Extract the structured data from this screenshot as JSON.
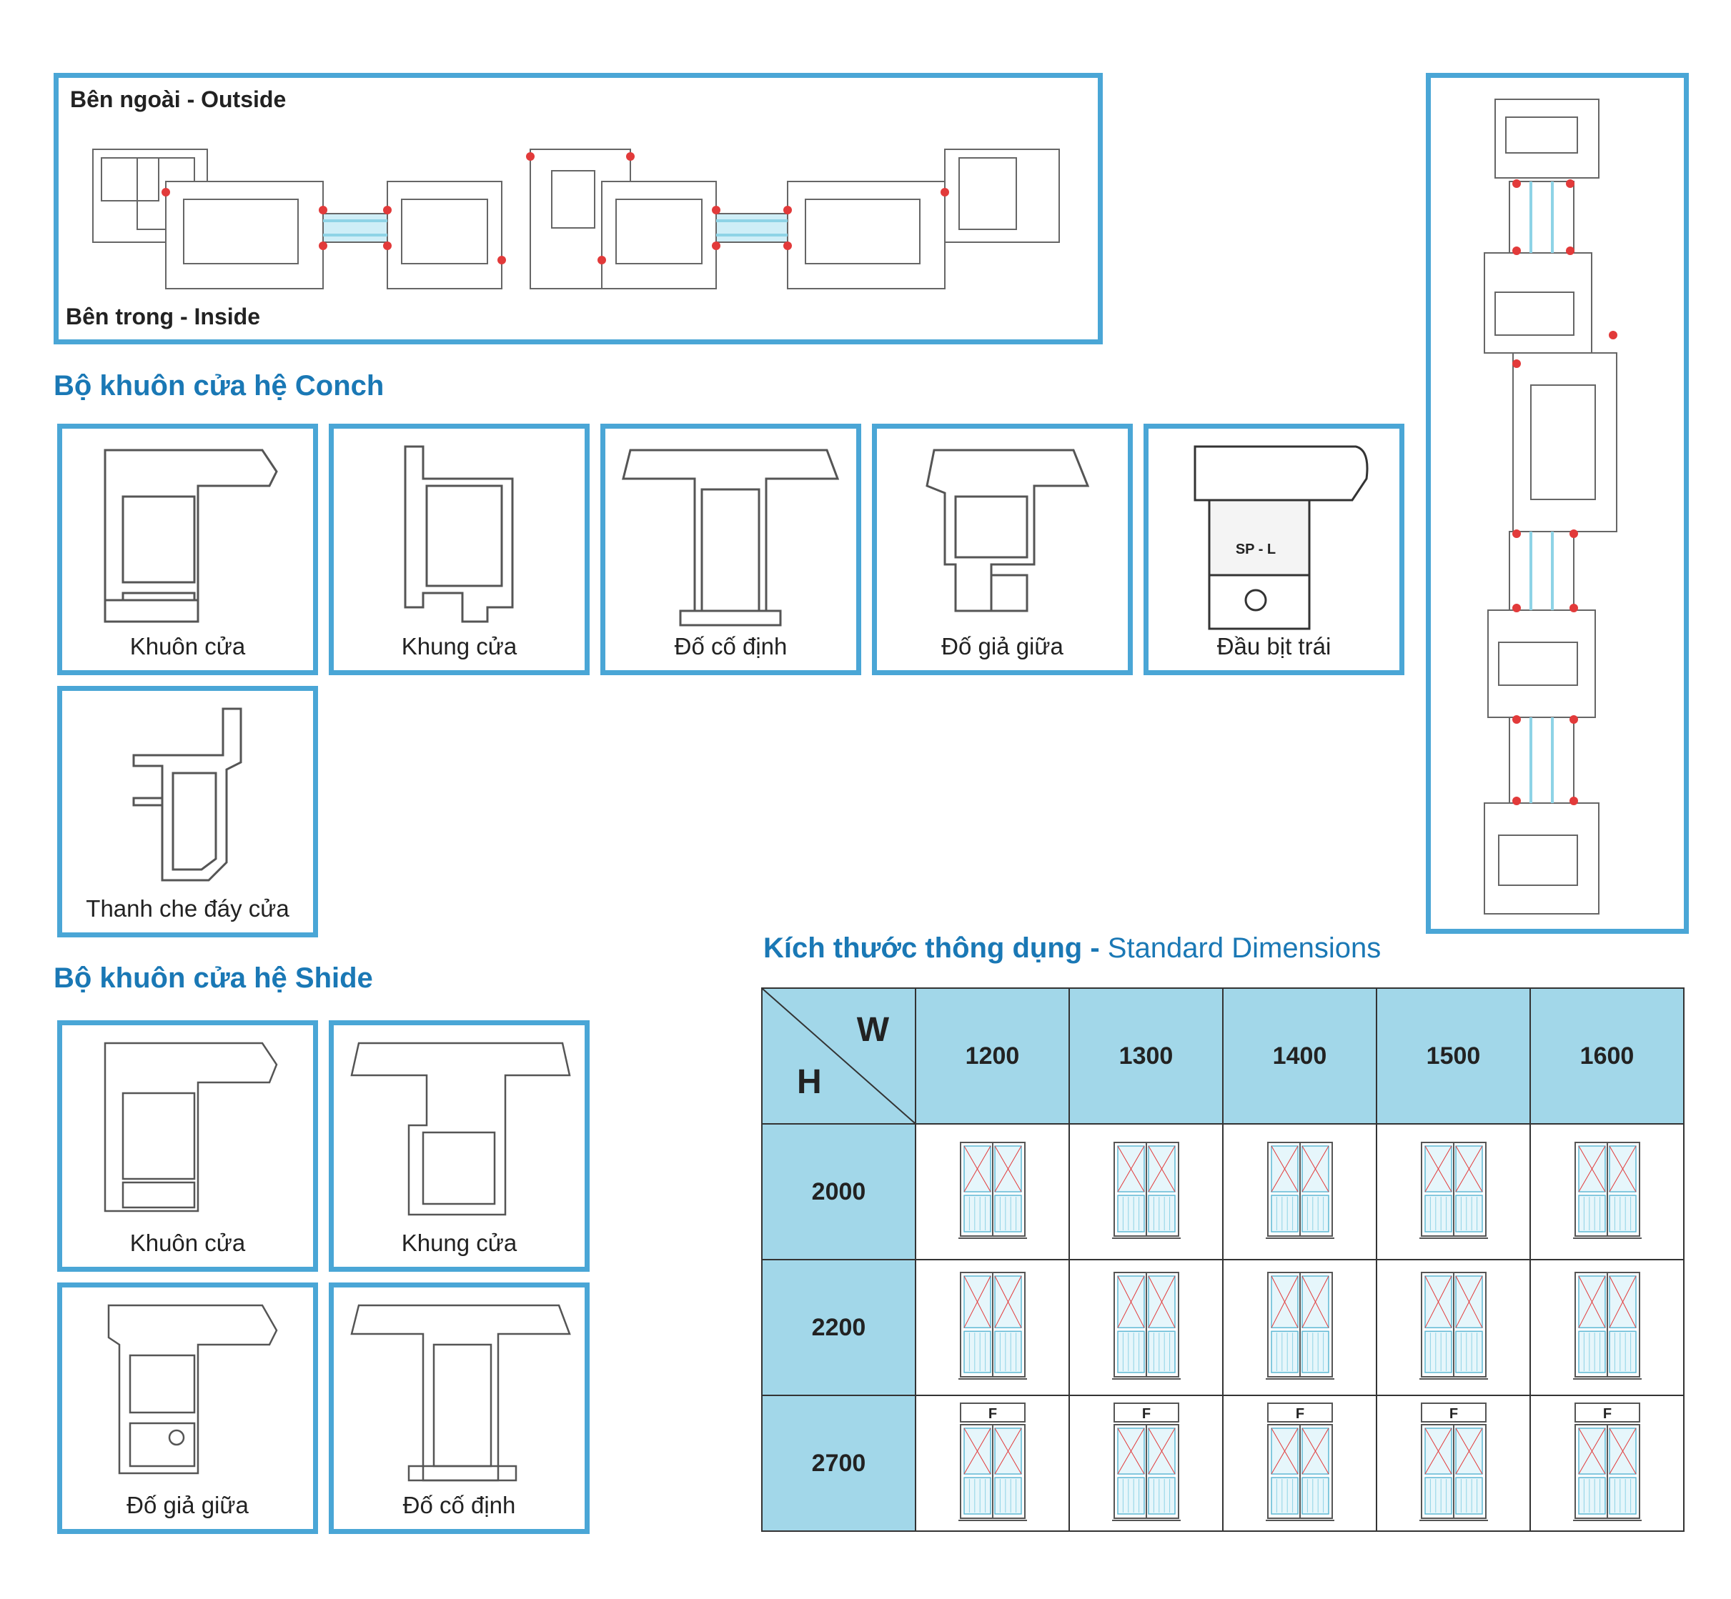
{
  "top_section": {
    "outside_label": "Bên ngoài - Outside",
    "inside_label": "Bên trong - Inside"
  },
  "conch": {
    "title": "Bộ khuôn cửa hệ Conch",
    "items": [
      "Khuôn cửa",
      "Khung cửa",
      "Đố cố định",
      "Đố giả giữa",
      "Đầu bịt trái",
      "Thanh che đáy cửa"
    ],
    "endcap_brand": "SP - L"
  },
  "shide": {
    "title": "Bộ khuôn cửa hệ Shide",
    "items": [
      "Khuôn cửa",
      "Khung cửa",
      "Đố giả giữa",
      "Đố cố định"
    ]
  },
  "dimensions": {
    "title_vi": "Kích thước thông dụng -",
    "title_en": " Standard Dimensions",
    "w_label": "W",
    "h_label": "H",
    "widths": [
      "1200",
      "1300",
      "1400",
      "1500",
      "1600"
    ],
    "heights": [
      "2000",
      "2200",
      "2700"
    ],
    "fixed_label": "F"
  },
  "colors": {
    "accent": "#4aa6d6",
    "title": "#1a78b5",
    "header_fill": "#a2d7e9",
    "glass": "#8ed3e6",
    "gasket": "#e23a3a"
  }
}
